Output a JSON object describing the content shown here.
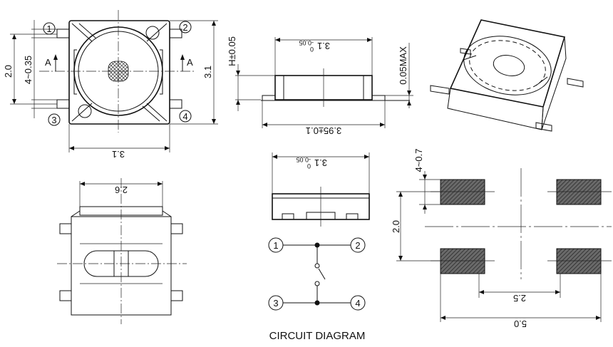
{
  "dims": {
    "top_width": "3.1",
    "top_height": "3.1",
    "top_pitch": "2.0",
    "lead_width": "4~0.35",
    "side_width": "3.1",
    "side_tol_upper": "0",
    "side_tol_lower": "-0.05",
    "height": "H±0.05",
    "coplanarity": "0.05MAX",
    "overall_length": "3.95±0.1",
    "bottom_width": "2.6",
    "front_width": "3.1",
    "front_tol_upper": "0",
    "front_tol_lower": "-0.05",
    "pad_width": "4~0.7",
    "pad_pitch_v": "2.0",
    "pad_pitch_h": "2.5",
    "pad_overall": "5.0"
  },
  "section_labels": {
    "a_left": "A",
    "a_right": "A"
  },
  "pins": [
    "1",
    "2",
    "3",
    "4"
  ],
  "circuit": {
    "caption": "CIRCUIT DIAGRAM",
    "pins": [
      "1",
      "2",
      "3",
      "4"
    ]
  }
}
